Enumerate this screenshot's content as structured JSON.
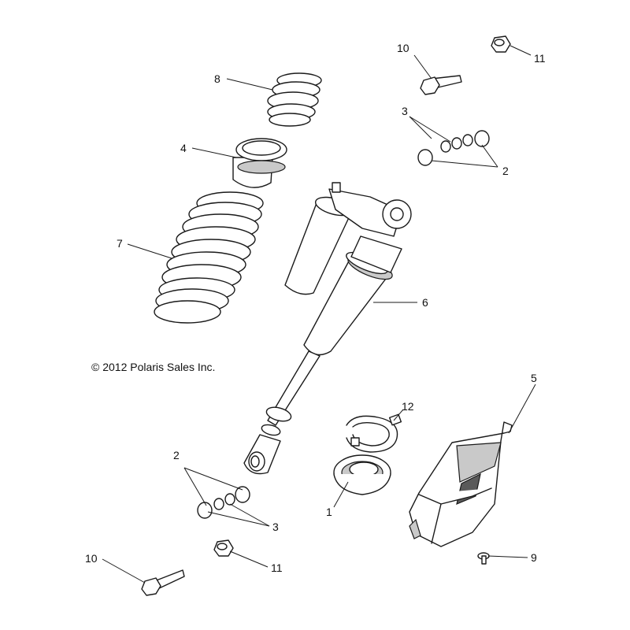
{
  "copyright": "© 2012 Polaris Sales Inc.",
  "callouts": {
    "c1": "1",
    "c2_top": "2",
    "c2_bottom": "2",
    "c3_top": "3",
    "c3_bottom": "3",
    "c4": "4",
    "c5": "5",
    "c6": "6",
    "c7": "7",
    "c8": "8",
    "c9": "9",
    "c10_top": "10",
    "c10_bottom": "10",
    "c11_top": "11",
    "c11_bottom": "11",
    "c12": "12"
  }
}
